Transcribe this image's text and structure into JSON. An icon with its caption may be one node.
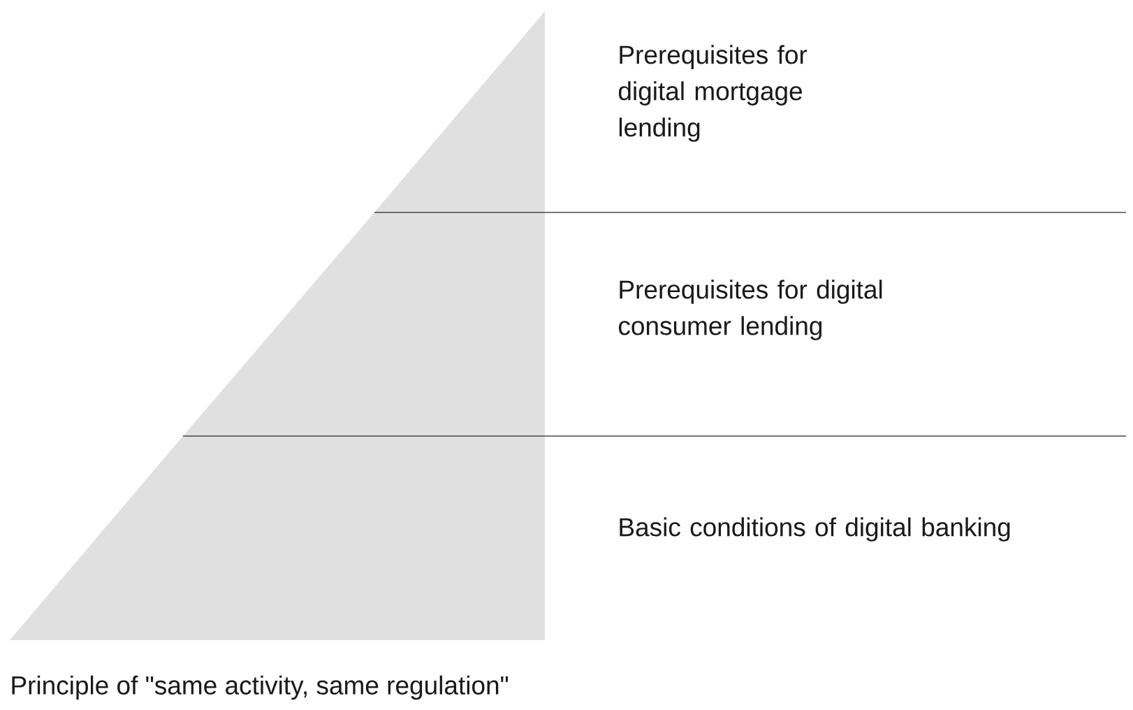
{
  "diagram": {
    "caption": "Principle of \"same activity, same regulation\"",
    "nodes": [
      {
        "text": [
          "Prerequisites for digital mortgage lending"
        ]
      },
      {
        "text": [
          "Prerequisites for digital consumer lending"
        ]
      },
      {
        "text": [
          "Basic conditions of digital banking"
        ]
      }
    ]
  }
}
